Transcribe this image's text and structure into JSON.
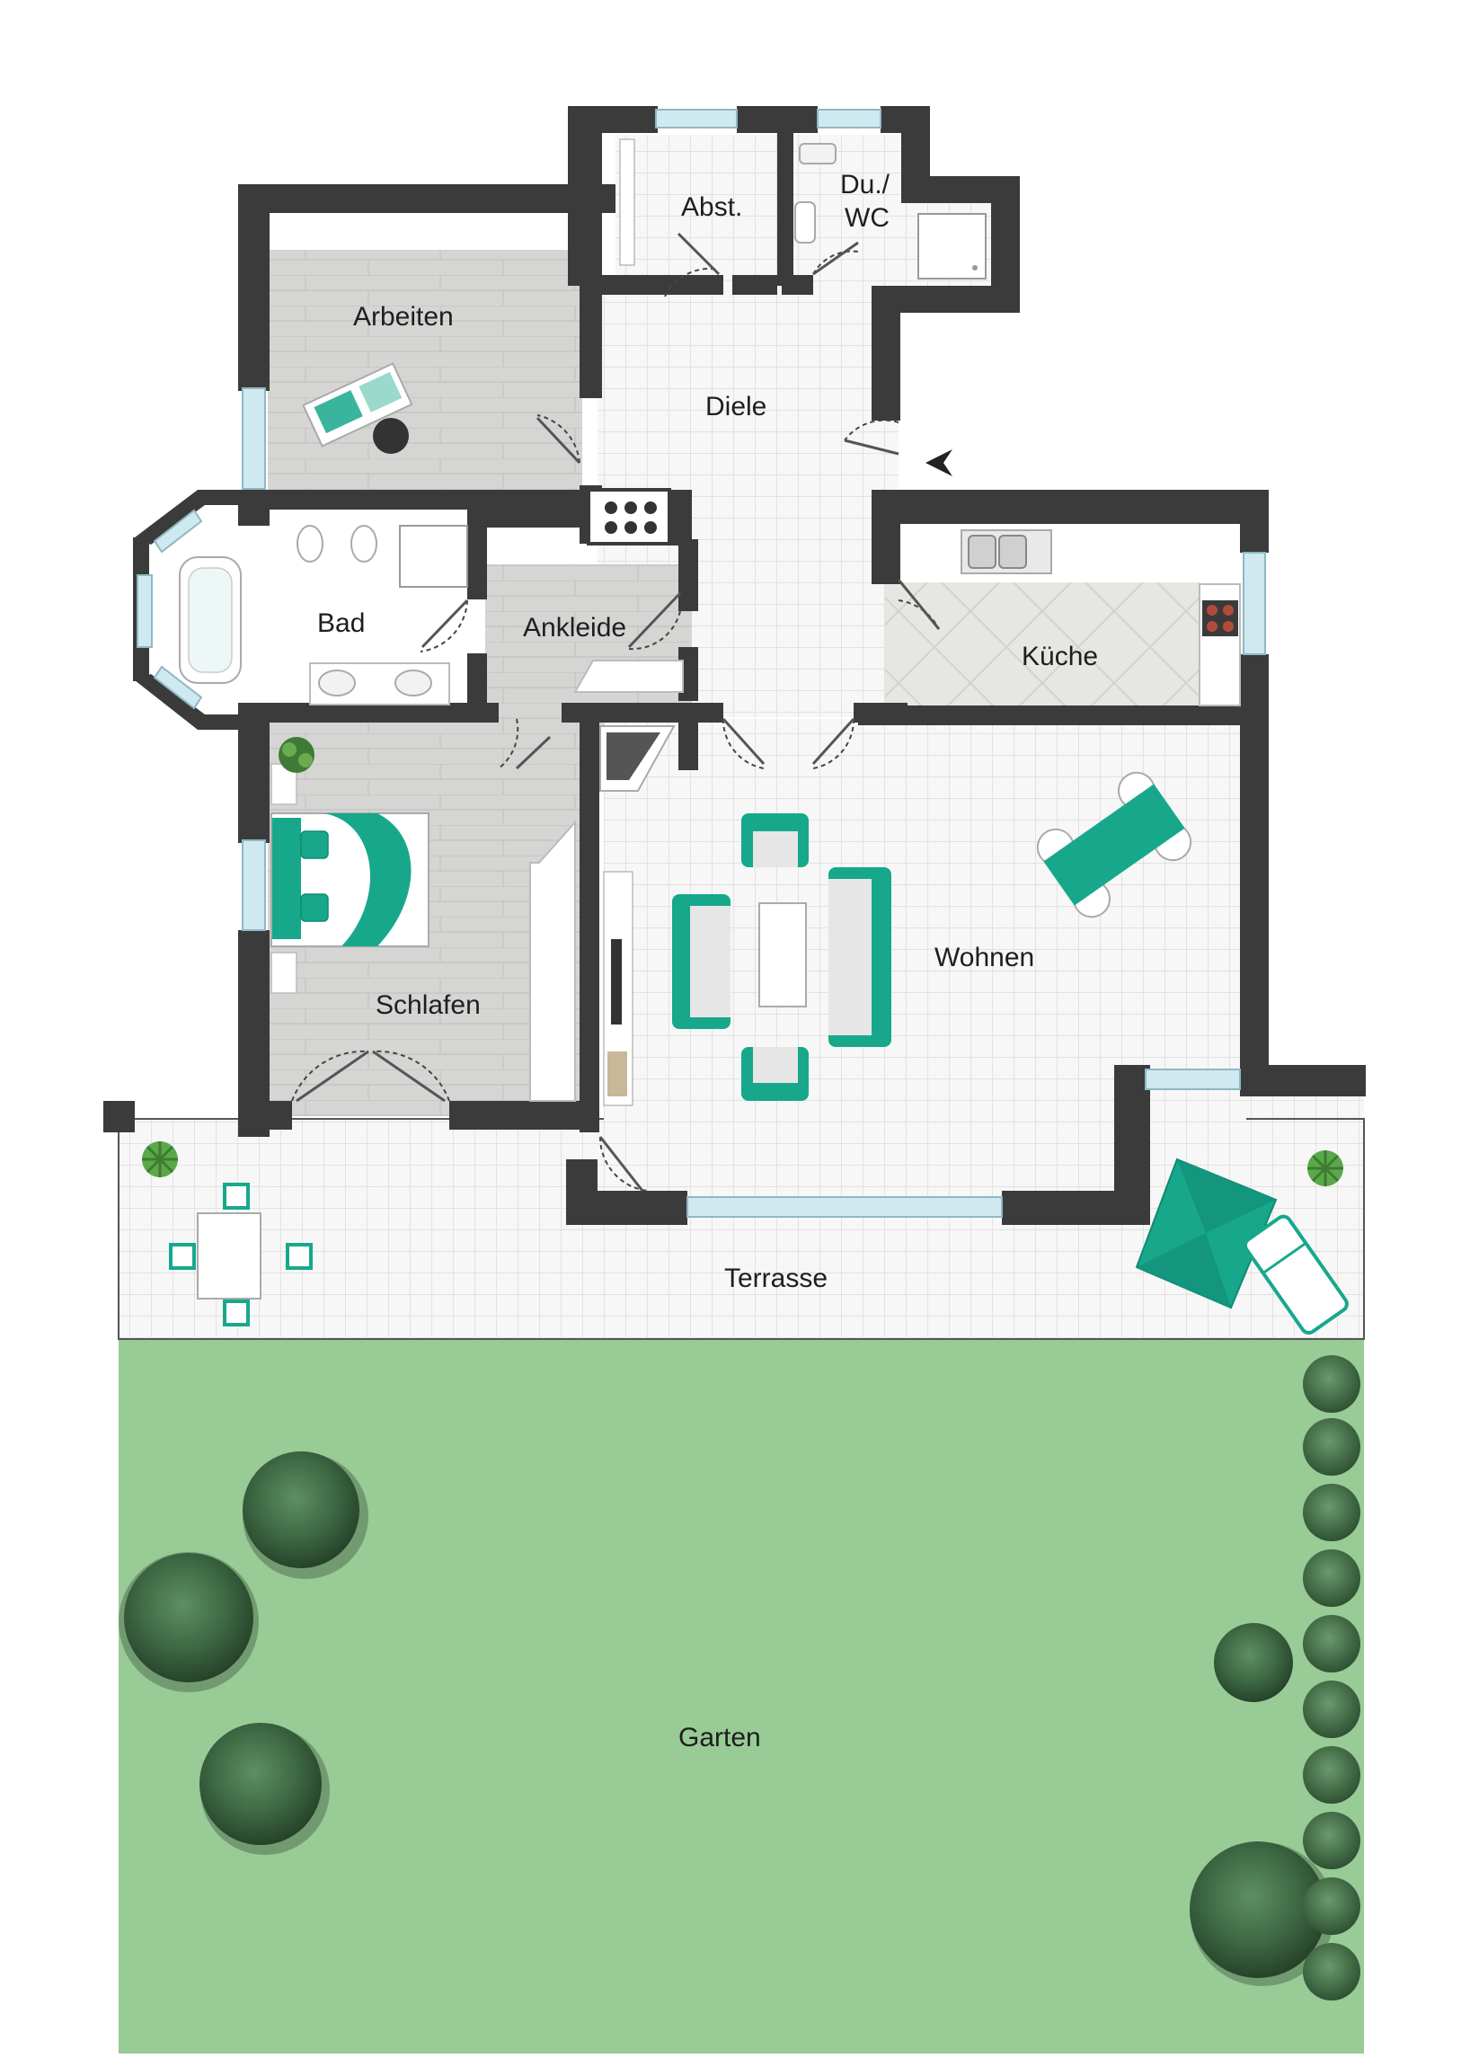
{
  "rooms": {
    "abst": "Abst.",
    "du_wc_line1": "Du./",
    "du_wc_line2": "WC",
    "arbeiten": "Arbeiten",
    "diele": "Diele",
    "bad": "Bad",
    "ankleide": "Ankleide",
    "kueche": "Küche",
    "schlafen": "Schlafen",
    "wohnen": "Wohnen",
    "terrasse": "Terrasse",
    "garten": "Garten"
  },
  "colors": {
    "wall": "#3b3b3b",
    "tile_floor": "#f7f7f7",
    "tile_grid": "#dcdcdc",
    "wood_floor": "#d5d5d3",
    "kitchen_marble": "#e6e6e2",
    "garden": "#98cb96",
    "window": "#cfe9f0",
    "accent_teal": "#17a88c",
    "tree": "#3f6a44"
  },
  "icons": {
    "entrance": "entrance-arrow-icon",
    "bed": "bed-icon",
    "bathtub": "bathtub-icon",
    "sofa": "sofa-icon",
    "dining_table": "dining-table-icon",
    "stove": "stove-icon",
    "sink": "sink-icon",
    "parasol": "parasol-icon",
    "tree": "tree-icon",
    "plant": "plant-icon",
    "desk": "desk-icon",
    "tv": "tv-icon"
  }
}
